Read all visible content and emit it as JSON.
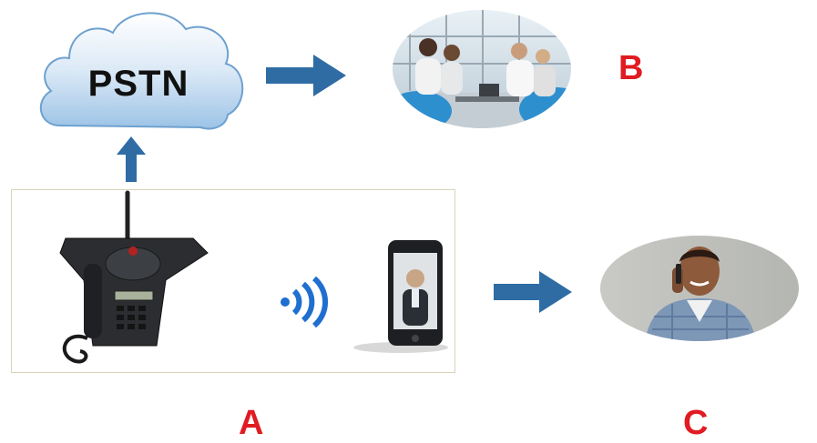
{
  "labels": {
    "pstn": "PSTN",
    "b": "B",
    "a": "A",
    "c": "C"
  },
  "colors": {
    "arrow": "#2f6ca4",
    "label": "#e01b22",
    "cloud": "#c8ddf0",
    "wifi": "#1f6fd0"
  },
  "icons": {
    "cloud": "cloud-icon",
    "phone": "conference-phone-icon",
    "wifi": "wifi-signal-icon",
    "mobile": "mobile-phone-icon"
  }
}
